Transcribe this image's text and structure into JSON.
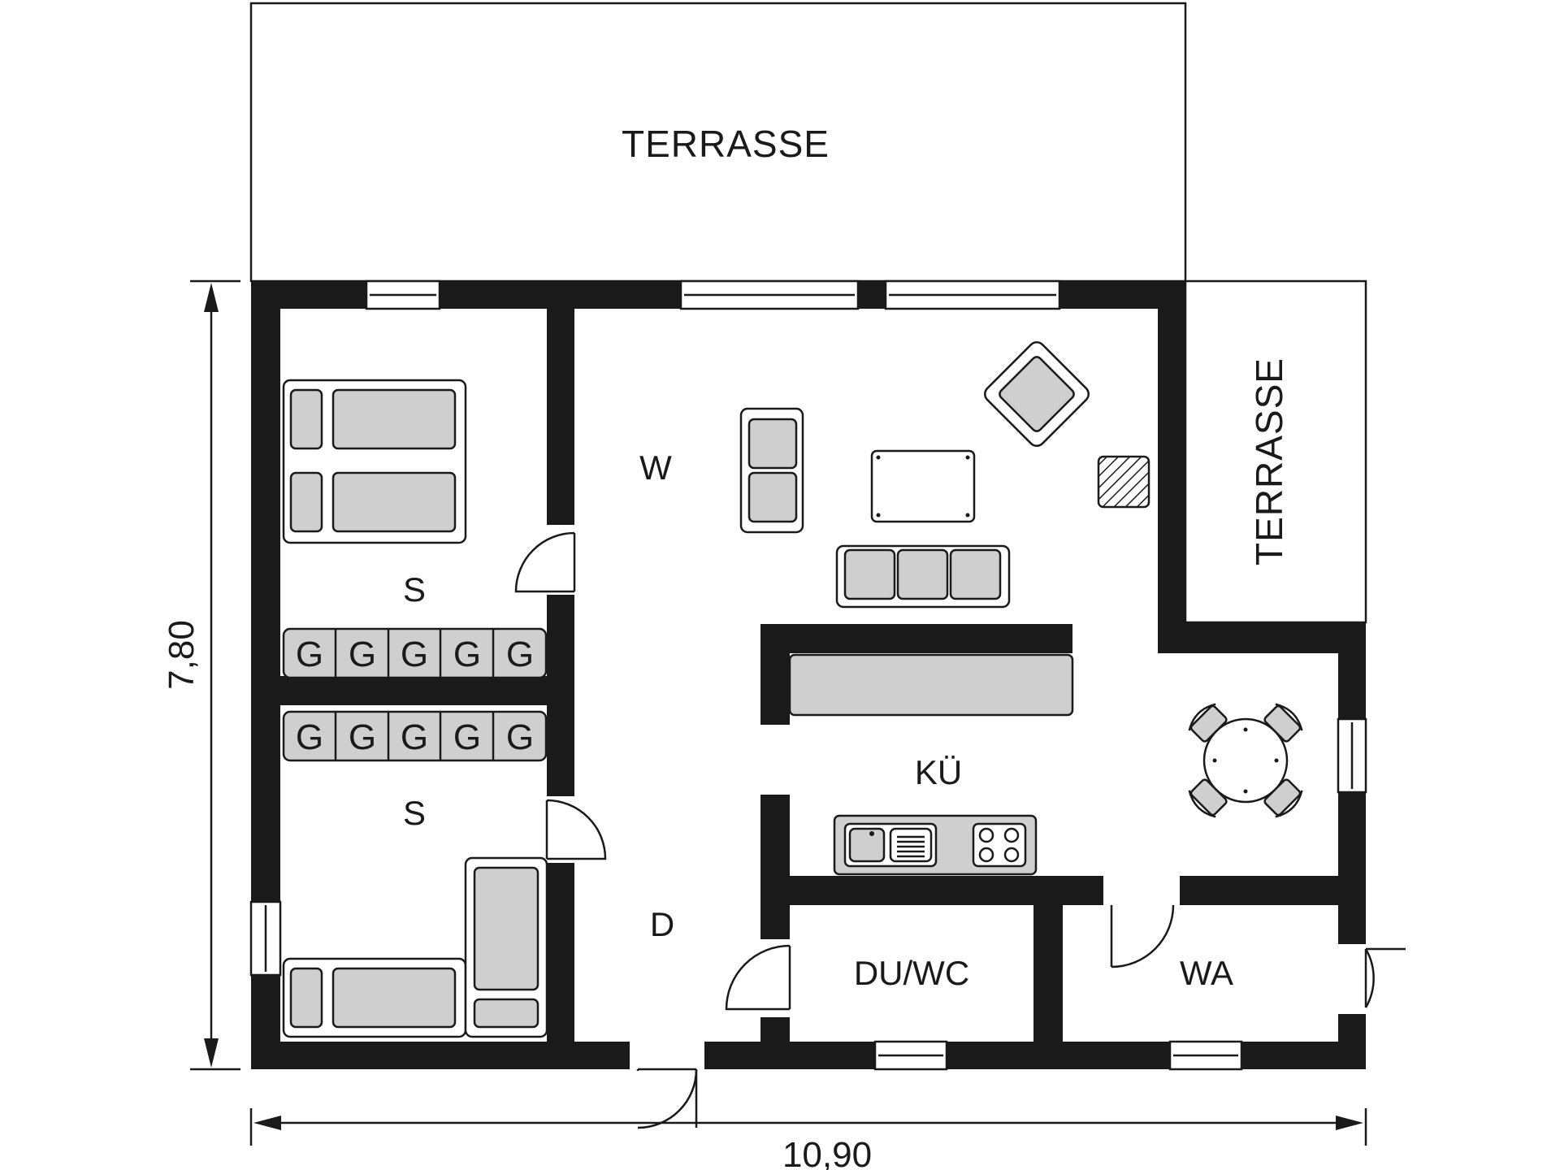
{
  "rooms": {
    "terrace_top": "TERRASSE",
    "terrace_right": "TERRASSE",
    "living": "W",
    "bedroom_1": "S",
    "bedroom_2": "S",
    "hall": "D",
    "kitchen": "KÜ",
    "shower_wc": "DU/WC",
    "laundry": "WA"
  },
  "beds": {
    "row_1": [
      "G",
      "G",
      "G",
      "G",
      "G"
    ],
    "row_2": [
      "G",
      "G",
      "G",
      "G",
      "G"
    ]
  },
  "dimensions": {
    "width": "10,90",
    "depth": "7,80"
  }
}
